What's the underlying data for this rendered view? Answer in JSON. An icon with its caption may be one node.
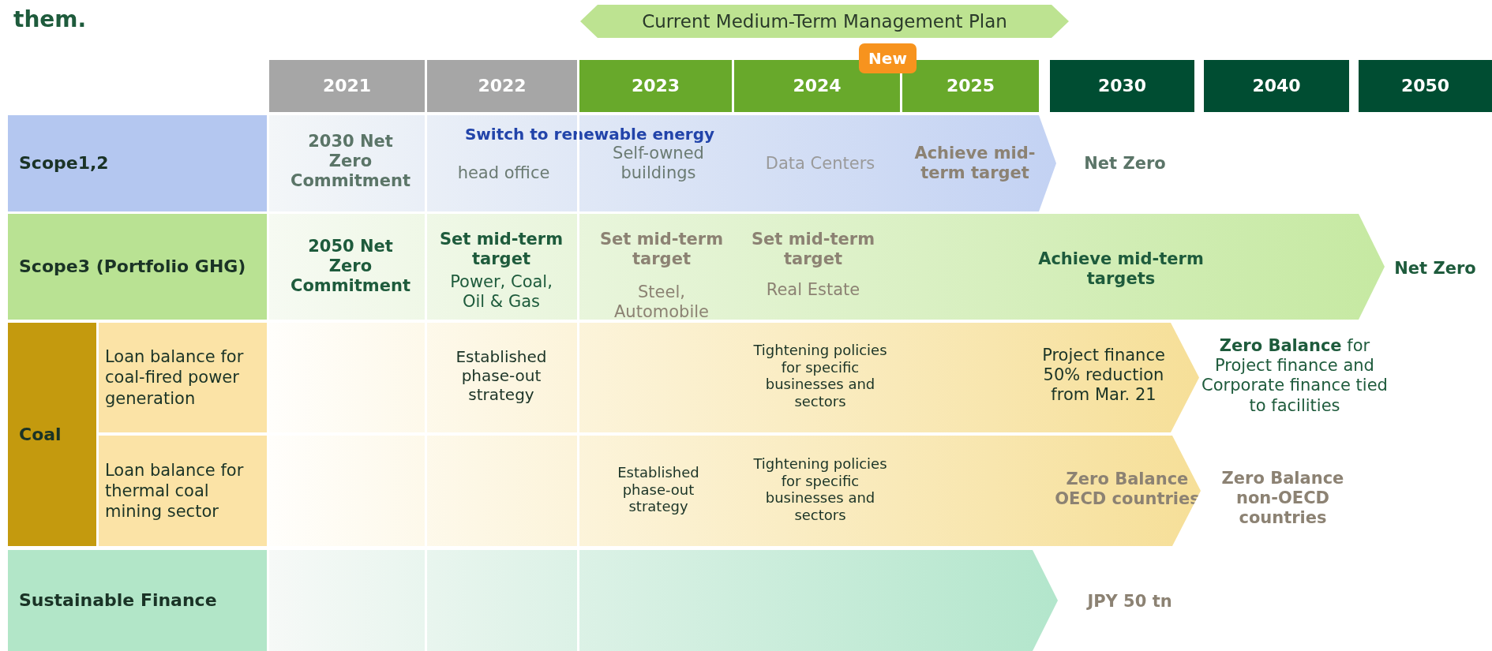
{
  "diagram": {
    "nodes": [
      {
        "text": [
          "Current Medium-Term Management Plan"
        ]
      },
      {
        "text": [
          "New"
        ]
      },
      {
        "text": [
          "2021"
        ]
      },
      {
        "text": [
          "2022"
        ]
      },
      {
        "text": [
          "2023"
        ]
      },
      {
        "text": [
          "2024"
        ]
      },
      {
        "text": [
          "2025"
        ]
      },
      {
        "text": [
          "2030"
        ]
      },
      {
        "text": [
          "2040"
        ]
      },
      {
        "text": [
          "2050"
        ]
      },
      {
        "text": [
          "Scope1,2"
        ]
      },
      {
        "text": [
          "2030 Net Zero Commitment",
          "Switch to renewable energy",
          "head office",
          "Self-owned buildings",
          "Data Centers",
          "Achieve mid-term target"
        ],
        "beside": [
          "Net Zero"
        ]
      },
      {
        "text": [
          "Scope3 (Portfolio GHG)"
        ]
      },
      {
        "text": [
          "2050 Net Zero Commitment",
          "Set mid-term target",
          "Power, Coal, Oil & Gas",
          "Set mid-term target",
          "Steel, Automobile",
          "Set mid-term target",
          "Real Estate",
          "Achieve mid-term targets"
        ],
        "beside": [
          "Net Zero"
        ]
      },
      {
        "text": [
          "Coal"
        ]
      },
      {
        "text": [
          "Loan balance for coal-fired power generation"
        ]
      },
      {
        "text": [
          "Established phase-out strategy",
          "Tightening policies for specific businesses and sectors",
          "Project finance 50% reduction from Mar. 21"
        ],
        "beside": [
          "**Zero Balance** for Project finance and Corporate finance tied to facilities"
        ]
      },
      {
        "text": [
          "Loan balance for thermal coal mining sector"
        ]
      },
      {
        "text": [
          "Established phase-out strategy",
          "Tightening policies for specific businesses and sectors",
          "Zero Balance OECD countries"
        ],
        "beside": [
          "Zero Balance non-OECD countries"
        ]
      },
      {
        "text": [
          "Sustainable Finance"
        ]
      },
      {
        "text": [],
        "shape": "arrow",
        "beside": [
          "JPY 50 tn"
        ]
      }
    ],
    "labels": [
      "them."
    ]
  }
}
